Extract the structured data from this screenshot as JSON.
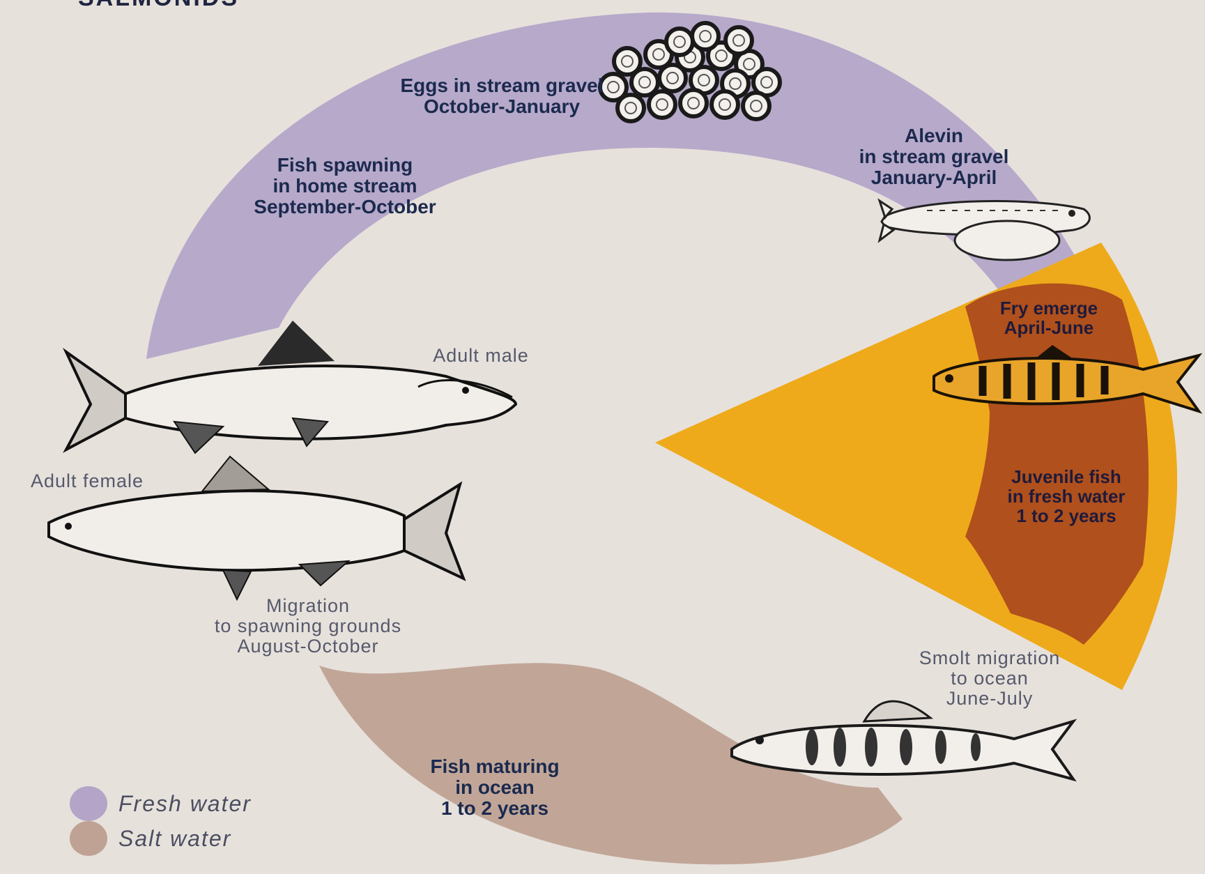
{
  "title": "SALMONIDS",
  "colors": {
    "background": "#e7e1dc",
    "fresh_water": "#b3a4c8",
    "salt_water": "#bfa293",
    "wedge": "#eeaa1a",
    "wedge_band": "#a8461d"
  },
  "stages": {
    "eggs": "Eggs in stream gravel\nOctober-January",
    "alevin": "Alevin\nin stream gravel\nJanuary-April",
    "fry": "Fry emerge\nApril-June",
    "juvenile": "Juvenile fish\nin fresh water\n1 to 2 years",
    "smolt": "Smolt migration\nto ocean\nJune-July",
    "maturing": "Fish maturing\nin ocean\n1 to 2 years",
    "migration": "Migration\nto spawning grounds\nAugust-October",
    "spawning": "Fish spawning\nin home stream\nSeptember-October"
  },
  "fish_labels": {
    "adult_male": "Adult male",
    "adult_female": "Adult female"
  },
  "legend": [
    {
      "label": "Fresh water",
      "color": "#b3a4c8"
    },
    {
      "label": "Salt water",
      "color": "#bfa293"
    }
  ],
  "icons": {
    "eggs": "egg-cluster-icon",
    "alevin": "alevin-fish-icon",
    "fry": "fry-fish-icon",
    "smolt": "smolt-fish-icon",
    "adult_male": "adult-male-salmon-icon",
    "adult_female": "adult-female-salmon-icon"
  }
}
